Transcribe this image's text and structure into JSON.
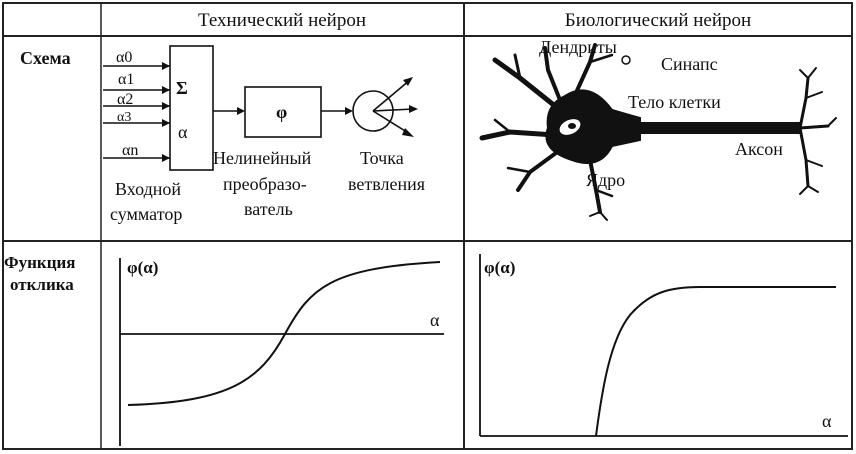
{
  "header": {
    "technical": "Технический нейрон",
    "biological": "Биологический нейрон"
  },
  "rows": {
    "scheme": "Схема",
    "response_line1": "Функция",
    "response_line2": "отклика"
  },
  "technical_scheme": {
    "inputs": [
      "α0",
      "α1",
      "α2",
      "α3",
      "αn"
    ],
    "sum_symbol": "Σ",
    "sum_output": "α",
    "converter_symbol": "φ",
    "input_adder_line1": "Входной",
    "input_adder_line2": "сумматор",
    "nonlinear_line1": "Нелинейный",
    "nonlinear_line2": "преобразо-",
    "nonlinear_line3": "ватель",
    "branch_line1": "Точка",
    "branch_line2": "ветвления"
  },
  "biological_scheme": {
    "dendrites": "Дендриты",
    "synapse": "Синапс",
    "cell_body": "Тело клетки",
    "axon": "Аксон",
    "nucleus": "Ядро"
  },
  "technical_response": {
    "y_label": "φ(α)",
    "x_label": "α"
  },
  "biological_response": {
    "y_label": "φ(α)",
    "x_label": "α"
  }
}
